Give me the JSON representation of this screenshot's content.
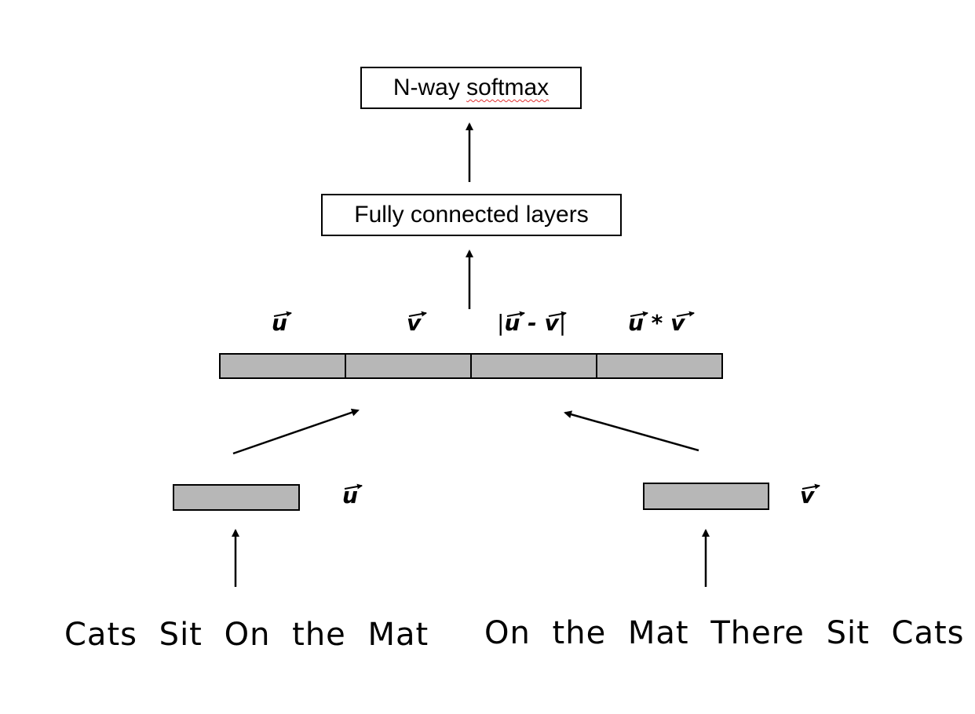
{
  "boxes": {
    "softmax_prefix": "N-way ",
    "softmax_word": "softmax",
    "fully_connected": "Fully connected layers"
  },
  "features": {
    "u": "u",
    "v": "v",
    "abs_diff_open": "|",
    "abs_diff_u": "u",
    "abs_diff_minus": " - ",
    "abs_diff_v": "v",
    "abs_diff_close": "|",
    "prod_u": "u",
    "prod_op": " * ",
    "prod_v": "v"
  },
  "encoders": {
    "left_label": "u",
    "right_label": "v"
  },
  "sentences": {
    "premise": "Cats Sit On the Mat",
    "hypothesis": "On the Mat There Sit Cats"
  }
}
